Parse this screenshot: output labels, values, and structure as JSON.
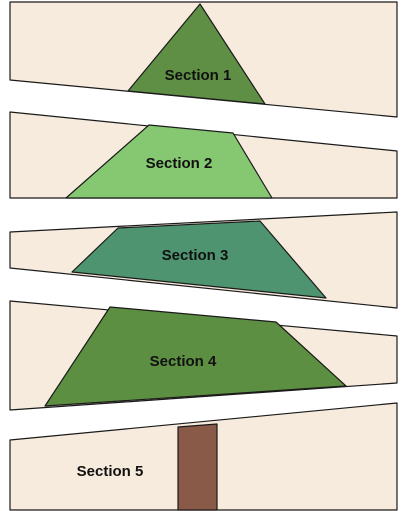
{
  "diagram": {
    "colors": {
      "background": "#ffffff",
      "panel_fill": "#f6ebdc",
      "outline": "#1a1a1a",
      "section1_fill": "#5e8f45",
      "section2_fill": "#86c872",
      "section3_fill": "#4f9470",
      "section4_fill": "#5c8f42",
      "trunk_fill": "#8a5a48"
    },
    "sections": [
      {
        "label": "Section 1"
      },
      {
        "label": "Section 2"
      },
      {
        "label": "Section 3"
      },
      {
        "label": "Section 4"
      },
      {
        "label": "Section 5"
      }
    ]
  }
}
